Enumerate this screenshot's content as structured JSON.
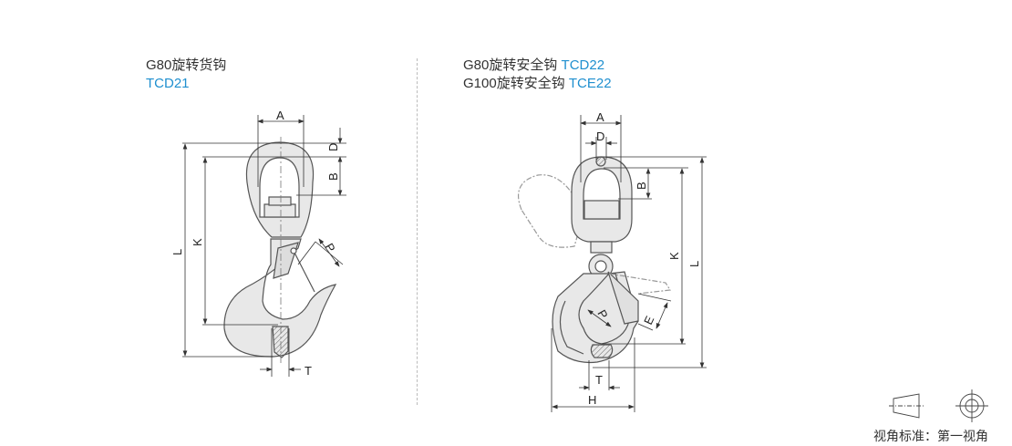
{
  "left_product": {
    "title": "G80旋转货钩",
    "code": "TCD21"
  },
  "right_product": {
    "line1_title": "G80旋转安全钩",
    "line1_code": "TCD22",
    "line2_title": "G100旋转安全钩",
    "line2_code": "TCE22"
  },
  "left_dims": {
    "A": "A",
    "D": "D",
    "B": "B",
    "K": "K",
    "L": "L",
    "P": "P",
    "T": "T"
  },
  "right_dims": {
    "A": "A",
    "D": "D",
    "B": "B",
    "K": "K",
    "L": "L",
    "P": "P",
    "E": "E",
    "T": "T",
    "H": "H"
  },
  "projection": {
    "caption": "视角标准：第一视角"
  },
  "colors": {
    "accent": "#1f8fcf",
    "fill": "#e8e8e8",
    "line": "#555555"
  }
}
